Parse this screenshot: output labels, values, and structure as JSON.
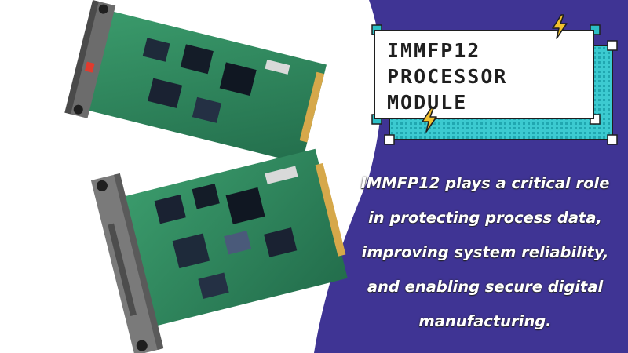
{
  "banner": {
    "title_lines": [
      "IMMFP12",
      "PROCESSOR",
      "MODULE"
    ],
    "description_lines": [
      "IMMFP12 plays a critical role",
      "in protecting process data,",
      "improving system reliability,",
      "and enabling secure digital",
      "manufacturing."
    ]
  },
  "colors": {
    "background_purple": "#3f3494",
    "pcb_green": "#2f8a5e",
    "teal_accent": "#2bbfc6",
    "bolt_yellow": "#f2c12e",
    "text_dark": "#1f1f1f"
  },
  "icons": [
    "lightning-bolt-icon"
  ]
}
